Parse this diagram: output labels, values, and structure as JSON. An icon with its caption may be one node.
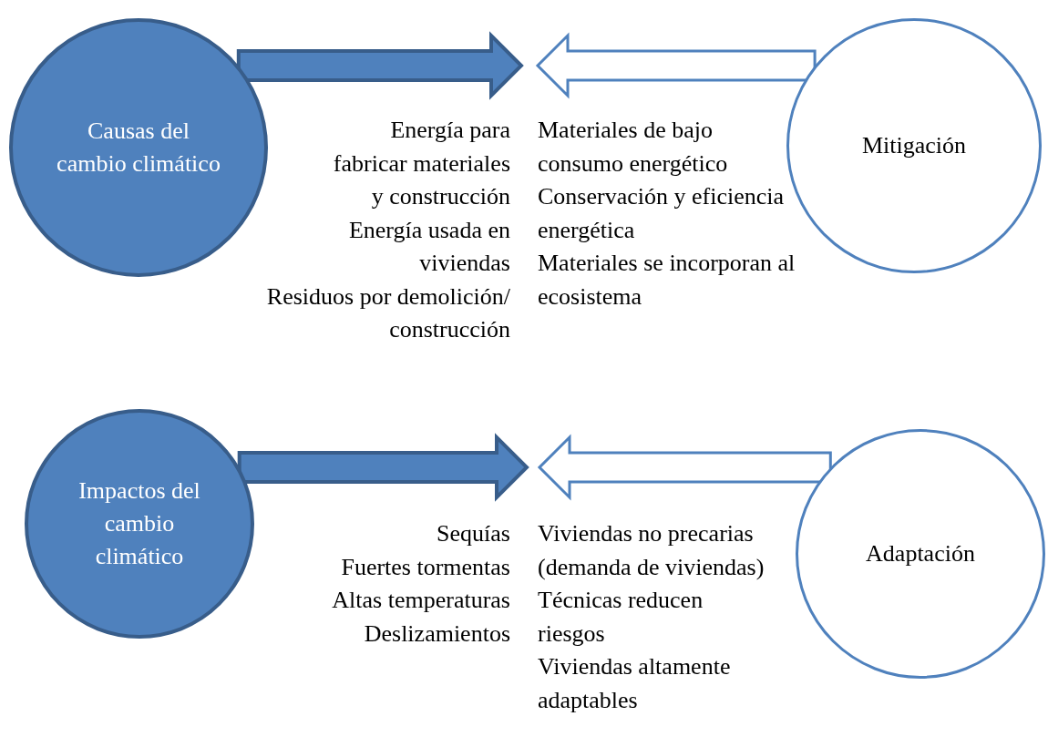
{
  "diagram": {
    "nodes": [
      {
        "text": [
          "Causas del cambio climático"
        ],
        "beside": [
          "Energía para fabricar materiales y construcción",
          "Energía usada en viviendas",
          "Residuos por demolición/ construcción"
        ]
      },
      {
        "text": [
          "Mitigación"
        ],
        "beside": [
          "Materiales de bajo consumo energético",
          "Conservación y eficiencia energética",
          "Materiales se incorporan al ecosistema"
        ]
      },
      {
        "text": [
          "Impactos del cambio climático"
        ],
        "beside": [
          "Sequías",
          "Fuertes tormentas",
          "Altas temperaturas",
          "Deslizamientos"
        ]
      },
      {
        "text": [
          "Adaptación"
        ],
        "beside": [
          "Viviendas no precarias (demanda de viviendas)",
          "Técnicas reducen riesgos",
          "Viviendas altamente adaptables"
        ]
      }
    ],
    "edges": [
      {
        "from": 0,
        "to": null,
        "arrow": "to",
        "style": "thick"
      },
      {
        "from": 1,
        "to": null,
        "arrow": "to",
        "style": "thick"
      },
      {
        "from": 2,
        "to": null,
        "arrow": "to",
        "style": "thick"
      },
      {
        "from": 3,
        "to": null,
        "arrow": "to",
        "style": "thick"
      }
    ]
  }
}
